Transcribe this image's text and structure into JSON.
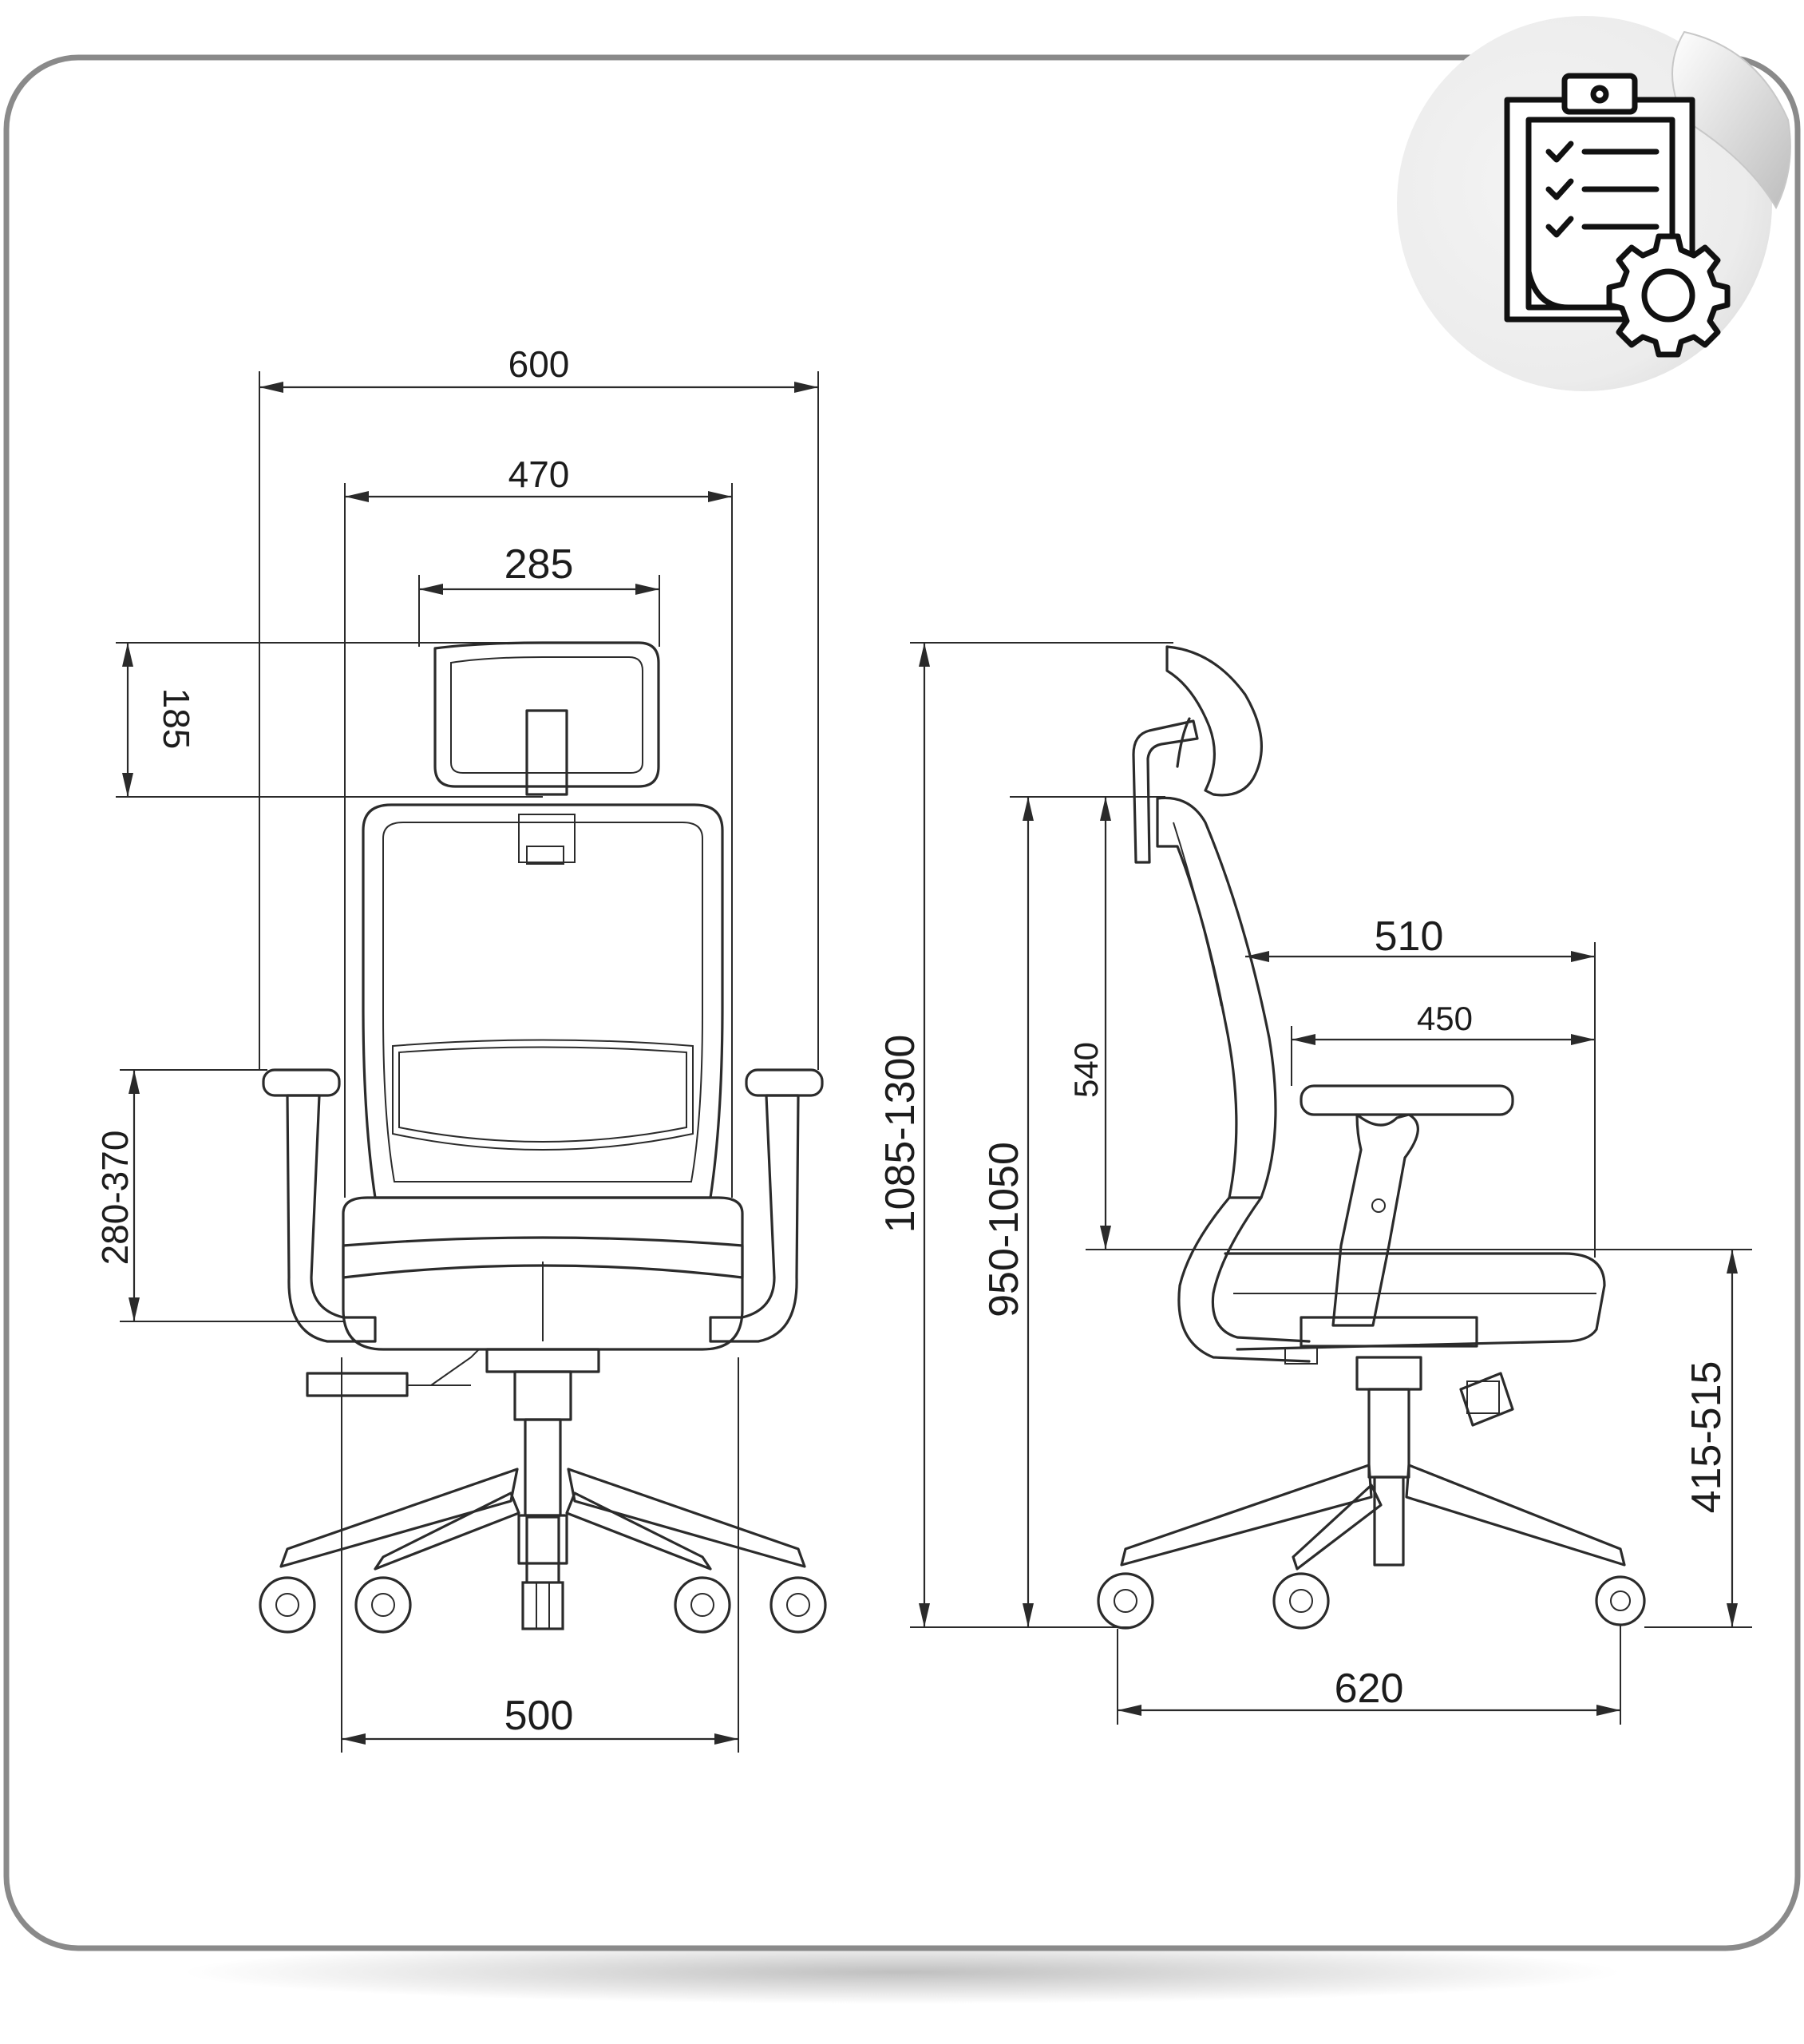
{
  "dimensions": {
    "front_width_overall": "600",
    "front_width_back": "470",
    "front_width_headrest": "285",
    "headrest_height": "185",
    "armrest_height": "280-370",
    "base_width": "500",
    "total_height": "1085-1300",
    "back_height": "950-1050",
    "backrest_height": "540",
    "seat_depth": "510",
    "armrest_depth": "450",
    "seat_height": "415-515",
    "base_depth": "620"
  },
  "badge": {
    "icon": "clipboard-checklist-gear-icon"
  },
  "colors": {
    "frame": "#8a8a8a",
    "line": "#2b2b2b",
    "background": "#ffffff"
  }
}
